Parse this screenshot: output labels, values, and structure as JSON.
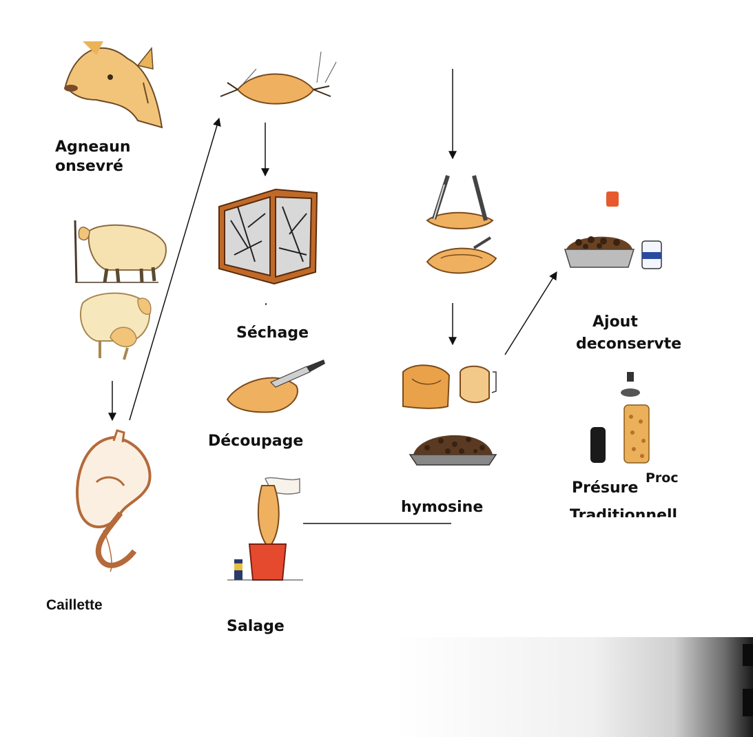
{
  "labels": {
    "agneau": "Agneaun\nonsevré",
    "sechage": "Séchage",
    "decoupage": "Découpage",
    "salage": "Salage",
    "caillette": "Caillette",
    "hymosine": "hymosine",
    "ajout": "Ajout\ndeconservte",
    "presure": "Présure",
    "proc": "Proc",
    "traditionnel": "Traditionnell"
  },
  "colors": {
    "animal": "#f2c47a",
    "stomach": "#b46a3a",
    "cabinet": "#b85f22",
    "bucket": "#e64a2e",
    "granules": "#5a3a22",
    "ink": "#111111"
  },
  "icons": [
    "lamb-icon",
    "sheep-icon",
    "stomach-icon",
    "tied-pouch-icon",
    "drying-cabinet-icon",
    "knife-pouch-icon",
    "salting-bucket-icon",
    "scissors-pouch-icon",
    "cut-pouch-icon",
    "cheese-icon",
    "granule-tray-icon",
    "conserve-bowl-icon",
    "jar-bottle-icon"
  ]
}
